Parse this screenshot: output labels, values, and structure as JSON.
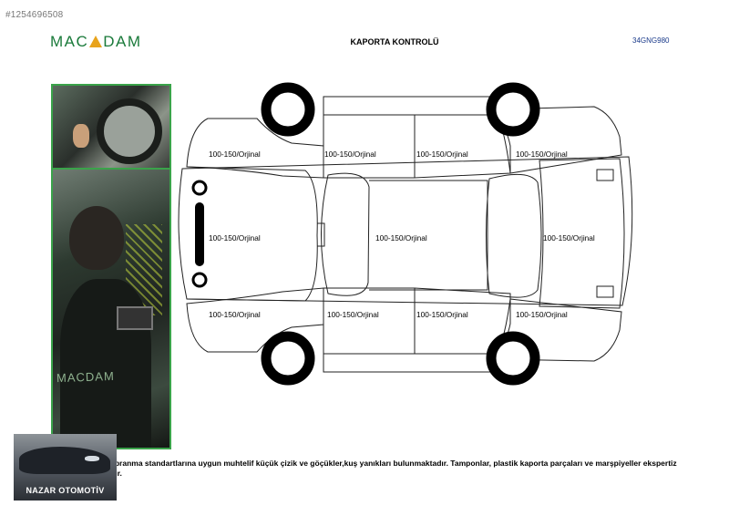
{
  "listing_id": "#1254696508",
  "brand": {
    "name_left": "MAC",
    "name_right": "DAM",
    "color": "#1a7a3a",
    "accent": "#e8a31c"
  },
  "title": "KAPORTA KONTROLÜ",
  "plate": "34GNG980",
  "photo_panel": {
    "brand_text": "MACDAM",
    "border_color": "#3aa34a"
  },
  "panels": {
    "left_front_fender": "100-150/Orjinal",
    "left_front_door": "100-150/Orjinal",
    "left_rear_door": "100-150/Orjinal",
    "left_rear_fender": "100-150/Orjinal",
    "front_hood": "100-150/Orjinal",
    "roof": "100-150/Orjinal",
    "trunk": "100-150/Orjinal",
    "right_front_fender": "100-150/Orjinal",
    "right_front_door": "100-150/Orjinal",
    "right_rear_door": "100-150/Orjinal",
    "right_rear_fender": "100-150/Orjinal"
  },
  "disclaimer": "Adil Aşınma ve Yıpranma standartlarına uygun muhtelif küçük çizik ve göçükler,kuş yanıkları bulunmaktadır. Tamponlar, plastik kaporta parçaları ve marşpiyeller ekspertiz kapsamı dışındadır.",
  "dealer": {
    "name": "NAZAR OTOMOTİV"
  }
}
